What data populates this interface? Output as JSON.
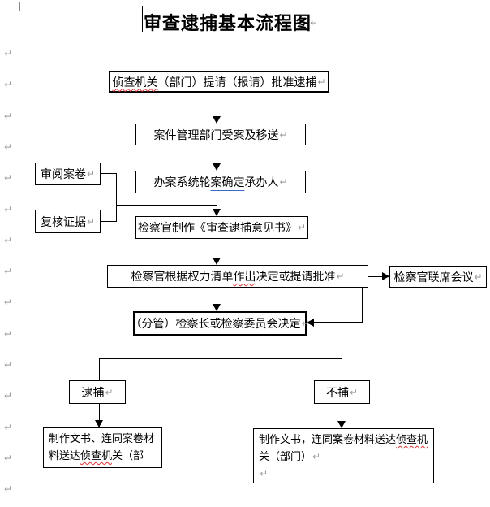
{
  "glyphs": {
    "pilcrow": "↵"
  },
  "title": {
    "text": "审查逮捕基本流程图"
  },
  "margin": {
    "pilcrow_count": 15
  },
  "colors": {
    "line": "#000000",
    "spell_wavy": "#e03030",
    "grammar_underline": "#3a6ac8",
    "pilcrow_gray": "#9a9a9a"
  },
  "boxes": {
    "request": {
      "before": "",
      "marked": "侦查机关",
      "after": "（部门）提请（报请）批准逮捕"
    },
    "case_mgmt": {
      "text": "案件管理部门受案及移送"
    },
    "assign": {
      "before": "办案系统轮",
      "marked": "案确定",
      "after": "承办人"
    },
    "opinion": {
      "text": "检察官制作《审查逮捕意见书》"
    },
    "decision": {
      "before": "检察官根据权力清单",
      "marked": "作出",
      "after": "决定或提请批准"
    },
    "meeting": {
      "text": "检察官联席会议"
    },
    "chief": {
      "text": "（分管）检察长或检察委员会决定"
    },
    "review_file": {
      "text": "审阅案卷"
    },
    "verify_evidence": {
      "text": "复核证据"
    },
    "arrest": {
      "text": "逮捕"
    },
    "no_arrest": {
      "text": "不捕"
    },
    "deliver_arrest": {
      "line1": "制作文书、连同案卷材",
      "line2_before": "料送达",
      "line2_marked": "侦查机",
      "line2_after": "关（部"
    },
    "deliver_no_arrest": {
      "line1_before": "制作文书，连同案卷材料送达",
      "line1_marked": "侦查机",
      "line2": "关（部门）"
    }
  }
}
